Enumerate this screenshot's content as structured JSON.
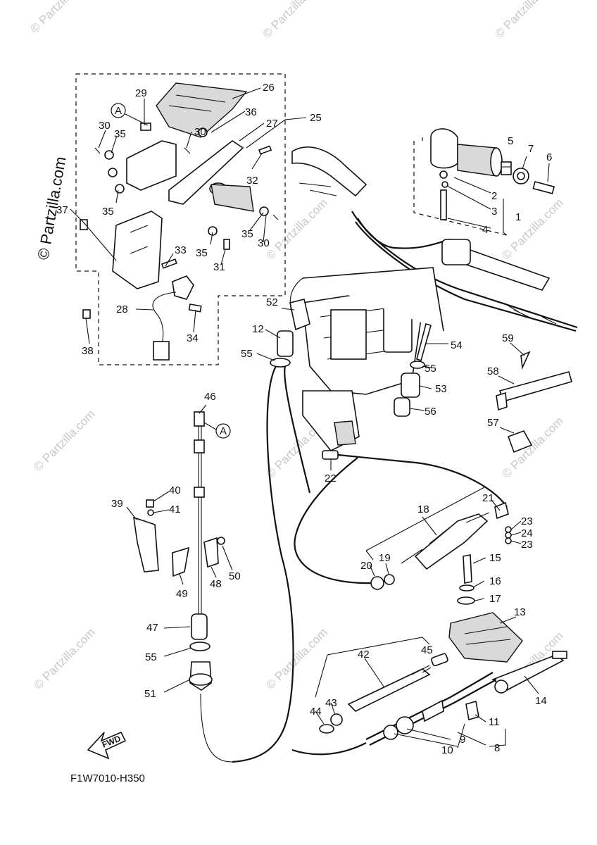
{
  "diagram_code": "F1W7010-H350",
  "watermark": "© Partzilla.com",
  "fwd_label": "FWD",
  "ref_marker": "A",
  "callouts": [
    "1",
    "2",
    "3",
    "4",
    "5",
    "6",
    "7",
    "8",
    "9",
    "10",
    "11",
    "12",
    "13",
    "14",
    "15",
    "16",
    "17",
    "18",
    "19",
    "20",
    "21",
    "22",
    "23",
    "24",
    "25",
    "26",
    "27",
    "28",
    "29",
    "30",
    "31",
    "32",
    "33",
    "34",
    "35",
    "36",
    "37",
    "38",
    "39",
    "40",
    "41",
    "42",
    "43",
    "44",
    "45",
    "46",
    "47",
    "48",
    "49",
    "50",
    "51",
    "52",
    "53",
    "54",
    "55",
    "56",
    "57",
    "58",
    "59"
  ]
}
